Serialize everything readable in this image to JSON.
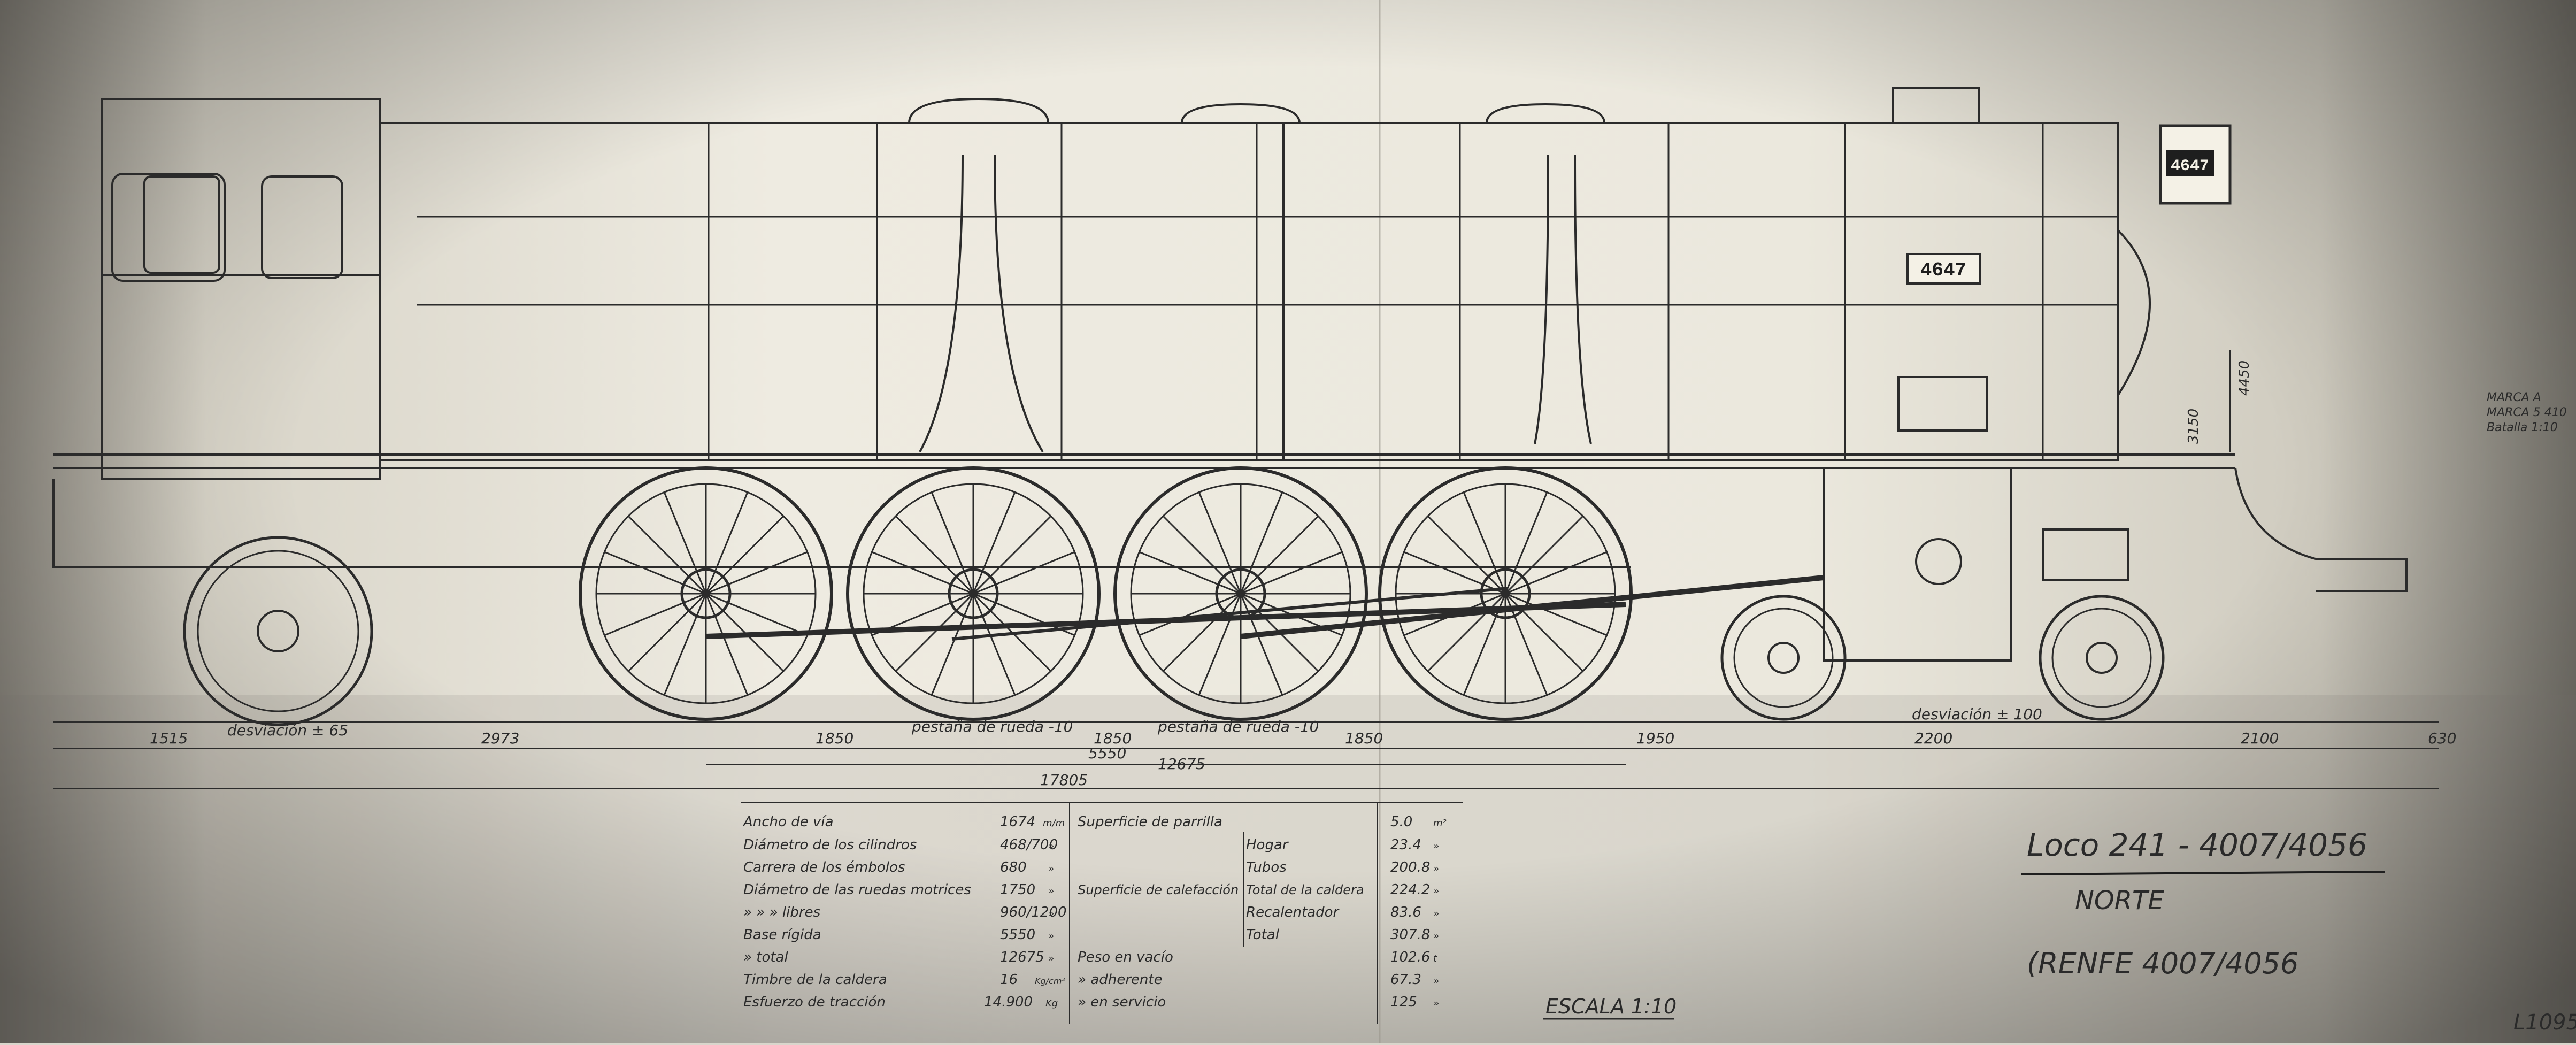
{
  "number_plates": {
    "cab_plate": "4647",
    "front_plate": "4647"
  },
  "dimensions": {
    "top_row": [
      "1515",
      "2973",
      "1850",
      "1850",
      "1850",
      "1950",
      "2200",
      "2100",
      "630"
    ],
    "second_row": [
      "5550",
      "12675"
    ],
    "total": "17805",
    "heights": [
      "3150",
      "4450"
    ],
    "notes": {
      "left_displacement": "desviación ± 65",
      "flange_a": "pestaña de rueda -10",
      "flange_b": "pestaña de rueda -10",
      "right_displacement": "desviación ± 100"
    }
  },
  "marking_note": [
    "MARCA A",
    "MARCA 5 410",
    "Batalla 1:10"
  ],
  "specs_left": [
    {
      "label": "Ancho de vía",
      "value": "1674",
      "unit": "m/m"
    },
    {
      "label": "Diámetro de los cilindros",
      "value": "468/700",
      "unit": "»"
    },
    {
      "label": "Carrera de los émbolos",
      "value": "680",
      "unit": "»"
    },
    {
      "label": "Diámetro de las ruedas motrices",
      "value": "1750",
      "unit": "»"
    },
    {
      "label": "» » » libres",
      "value": "960/1200",
      "unit": "»"
    },
    {
      "label": "Base rígida",
      "value": "5550",
      "unit": "»"
    },
    {
      "label": "» total",
      "value": "12675",
      "unit": "»"
    },
    {
      "label": "Timbre de la caldera",
      "value": "16",
      "unit": "Kg/cm²"
    },
    {
      "label": "Esfuerzo de tracción",
      "value": "14.900",
      "unit": "Kg"
    }
  ],
  "specs_right_top": {
    "label": "Superficie de parrilla",
    "value": "5.0",
    "unit": "m²"
  },
  "specs_heating_label": "Superficie de calefacción",
  "specs_heating": [
    {
      "label": "Hogar",
      "value": "23.4",
      "unit": "»"
    },
    {
      "label": "Tubos",
      "value": "200.8",
      "unit": "»"
    },
    {
      "label": "Total de la caldera",
      "value": "224.2",
      "unit": "»"
    },
    {
      "label": "Recalentador",
      "value": "83.6",
      "unit": "»"
    },
    {
      "label": "Total",
      "value": "307.8",
      "unit": "»"
    }
  ],
  "specs_weight": [
    {
      "label": "Peso en vacío",
      "value": "102.6",
      "unit": "t"
    },
    {
      "label": "» adherente",
      "value": "67.3",
      "unit": "»"
    },
    {
      "label": "» en servicio",
      "value": "125",
      "unit": "»"
    }
  ],
  "scale_label": "ESCALA 1:10",
  "handwritten": {
    "line1": "Loco 241 - 4007/4056",
    "line2": "NORTE",
    "line3": "(RENFE 4007/4056"
  },
  "corner_id": "L1095",
  "colors": {
    "paper": "#ece9dd",
    "ink": "#2b2b2b",
    "stain": "#6f6c64"
  }
}
